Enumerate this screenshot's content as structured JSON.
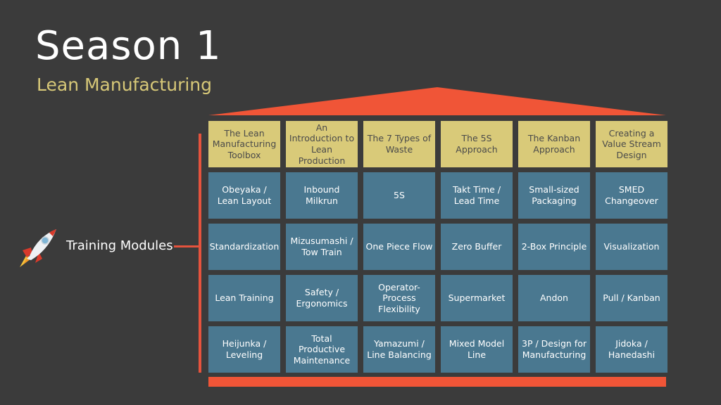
{
  "header": {
    "title": "Season 1",
    "subtitle": "Lean Manufacturing"
  },
  "modules_label": "Training Modules",
  "colors": {
    "background": "#3b3b3b",
    "accent": "#f05537",
    "header_cell": "#d9ca79",
    "body_cell": "#4a7890",
    "subtitle": "#d7c878"
  },
  "icons": {
    "rocket": "rocket-icon"
  },
  "columns": [
    {
      "header": "The Lean Manufacturing Toolbox",
      "modules": [
        "Obeyaka / Lean Layout",
        "Standardization",
        "Lean Training",
        "Heijunka / Leveling"
      ]
    },
    {
      "header": "An Introduction to Lean Production",
      "modules": [
        "Inbound Milkrun",
        "Mizusumashi / Tow Train",
        "Safety / Ergonomics",
        "Total Productive Maintenance"
      ]
    },
    {
      "header": "The 7 Types of Waste",
      "modules": [
        "5S",
        "One Piece Flow",
        "Operator-Process Flexibility",
        "Yamazumi / Line Balancing"
      ]
    },
    {
      "header": "The 5S Approach",
      "modules": [
        "Takt Time / Lead Time",
        "Zero Buffer",
        "Supermarket",
        "Mixed Model Line"
      ]
    },
    {
      "header": "The Kanban Approach",
      "modules": [
        "Small-sized Packaging",
        "2-Box Principle",
        "Andon",
        "3P / Design for Manufacturing"
      ]
    },
    {
      "header": "Creating a Value Stream Design",
      "modules": [
        "SMED Changeover",
        "Visualization",
        "Pull / Kanban",
        "Jidoka / Hanedashi"
      ]
    }
  ]
}
